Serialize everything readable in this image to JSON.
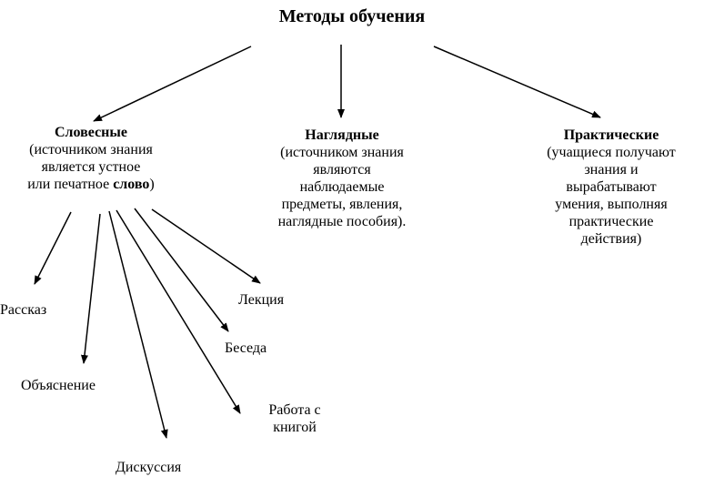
{
  "title": "Методы обучения",
  "branches": {
    "verbal": {
      "heading": "Словесные",
      "line1": "(источником знания",
      "line2": "является устное",
      "line3_prefix": "или печатное ",
      "line3_bold": "слово",
      "line3_suffix": ")"
    },
    "visual": {
      "heading": "Наглядные",
      "lines": [
        "(источником знания",
        "являются",
        "наблюдаемые",
        "предметы, явления,",
        "наглядные пособия)."
      ]
    },
    "practical": {
      "heading": "Практические",
      "lines": [
        "(учащиеся получают",
        "знания и",
        "вырабатывают",
        "умения, выполняя",
        "практические",
        "действия)"
      ]
    }
  },
  "leaves": {
    "rasskaz": "Рассказ",
    "obyasnenie": "Объяснение",
    "diskussiya": "Дискуссия",
    "lekciya": "Лекция",
    "beseda": "Беседа",
    "rabota_line1": "Работа с",
    "rabota_line2": "книгой"
  }
}
